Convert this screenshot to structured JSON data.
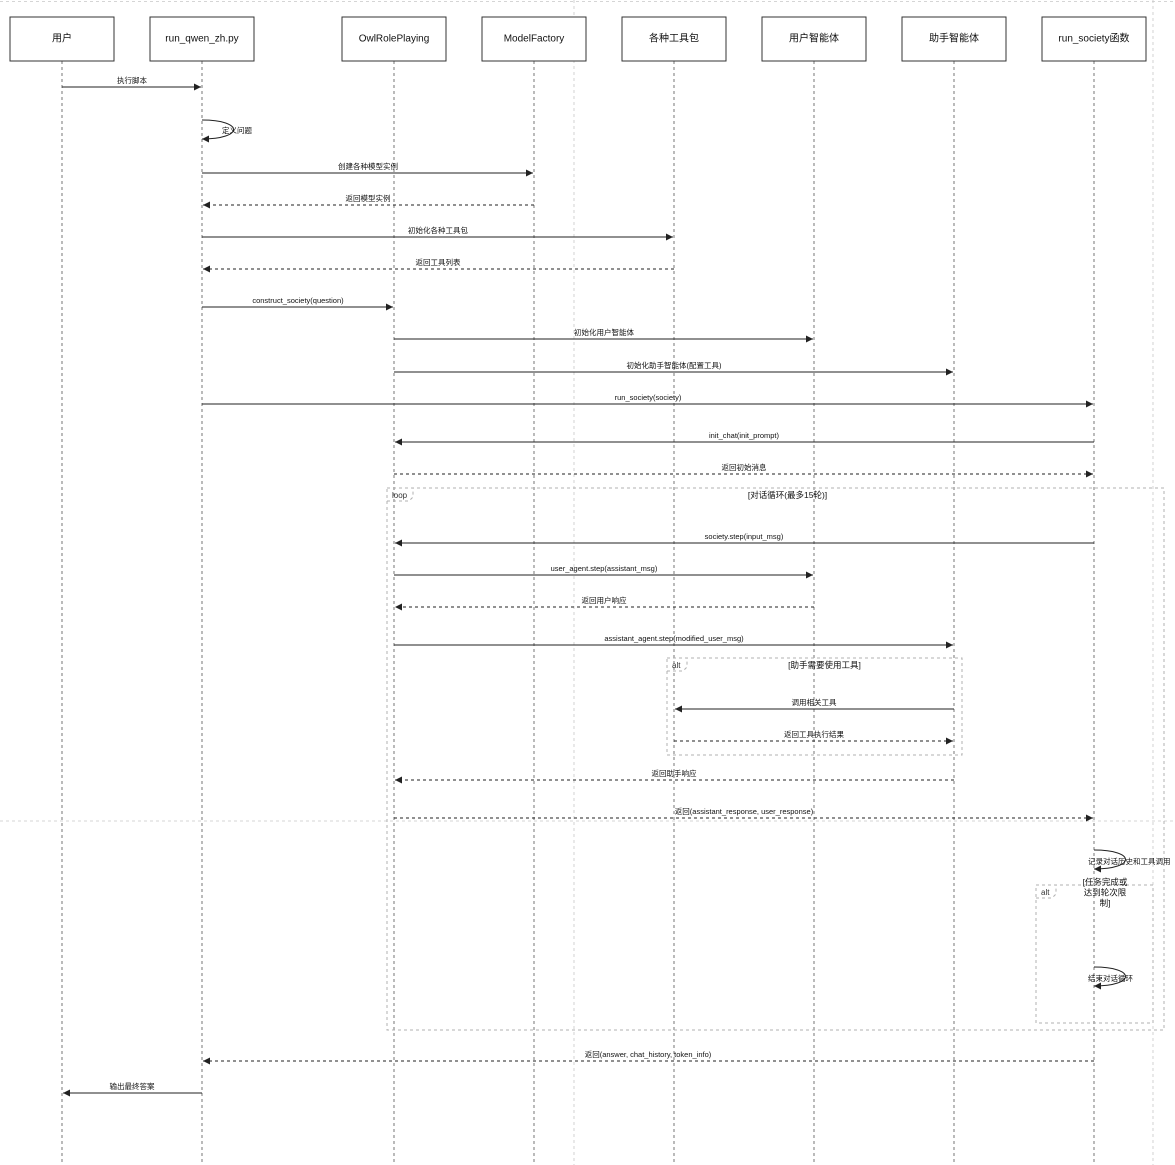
{
  "actors": [
    {
      "id": "user",
      "label": "用户"
    },
    {
      "id": "script",
      "label": "run_qwen_zh.py"
    },
    {
      "id": "owl",
      "label": "OwlRolePlaying"
    },
    {
      "id": "factory",
      "label": "ModelFactory"
    },
    {
      "id": "toolkits",
      "label": "各种工具包"
    },
    {
      "id": "user_agent",
      "label": "用户智能体"
    },
    {
      "id": "assistant_agent",
      "label": "助手智能体"
    },
    {
      "id": "run_society",
      "label": "run_society函数"
    }
  ],
  "messages": [
    {
      "from": "user",
      "to": "script",
      "label": "执行脚本",
      "style": "solid"
    },
    {
      "from": "script",
      "to": "script",
      "label": "定义问题",
      "style": "self"
    },
    {
      "from": "script",
      "to": "factory",
      "label": "创建各种模型实例",
      "style": "solid"
    },
    {
      "from": "factory",
      "to": "script",
      "label": "返回模型实例",
      "style": "dashed"
    },
    {
      "from": "script",
      "to": "toolkits",
      "label": "初始化各种工具包",
      "style": "solid"
    },
    {
      "from": "toolkits",
      "to": "script",
      "label": "返回工具列表",
      "style": "dashed"
    },
    {
      "from": "script",
      "to": "owl",
      "label": "construct_society(question)",
      "style": "solid"
    },
    {
      "from": "owl",
      "to": "user_agent",
      "label": "初始化用户智能体",
      "style": "solid"
    },
    {
      "from": "owl",
      "to": "assistant_agent",
      "label": "初始化助手智能体(配置工具)",
      "style": "solid"
    },
    {
      "from": "script",
      "to": "run_society",
      "label": "run_society(society)",
      "style": "solid"
    },
    {
      "from": "run_society",
      "to": "owl",
      "label": "init_chat(init_prompt)",
      "style": "solid"
    },
    {
      "from": "owl",
      "to": "run_society",
      "label": "返回初始消息",
      "style": "dashed"
    },
    {
      "from": "run_society",
      "to": "owl",
      "label": "society.step(input_msg)",
      "style": "solid"
    },
    {
      "from": "owl",
      "to": "user_agent",
      "label": "user_agent.step(assistant_msg)",
      "style": "solid"
    },
    {
      "from": "user_agent",
      "to": "owl",
      "label": "返回用户响应",
      "style": "dashed"
    },
    {
      "from": "owl",
      "to": "assistant_agent",
      "label": "assistant_agent.step(modified_user_msg)",
      "style": "solid"
    },
    {
      "from": "assistant_agent",
      "to": "toolkits",
      "label": "调用相关工具",
      "style": "solid"
    },
    {
      "from": "toolkits",
      "to": "assistant_agent",
      "label": "返回工具执行结果",
      "style": "dashed"
    },
    {
      "from": "assistant_agent",
      "to": "owl",
      "label": "返回助手响应",
      "style": "dashed"
    },
    {
      "from": "owl",
      "to": "run_society",
      "label": "返回(assistant_response, user_response)",
      "style": "dashed"
    },
    {
      "from": "run_society",
      "to": "run_society",
      "label": "记录对话历史和工具调用",
      "style": "self"
    },
    {
      "from": "run_society",
      "to": "run_society",
      "label": "结束对话循环",
      "style": "self"
    },
    {
      "from": "run_society",
      "to": "script",
      "label": "返回(answer, chat_history, token_info)",
      "style": "dashed"
    },
    {
      "from": "script",
      "to": "user",
      "label": "输出最终答案",
      "style": "solid"
    }
  ],
  "fragments": [
    {
      "type": "loop",
      "condition": "[对话循环(最多15轮)]"
    },
    {
      "type": "alt",
      "condition": "[助手需要使用工具]"
    },
    {
      "type": "alt",
      "condition": "[任务完成或达到轮次限制]"
    }
  ]
}
